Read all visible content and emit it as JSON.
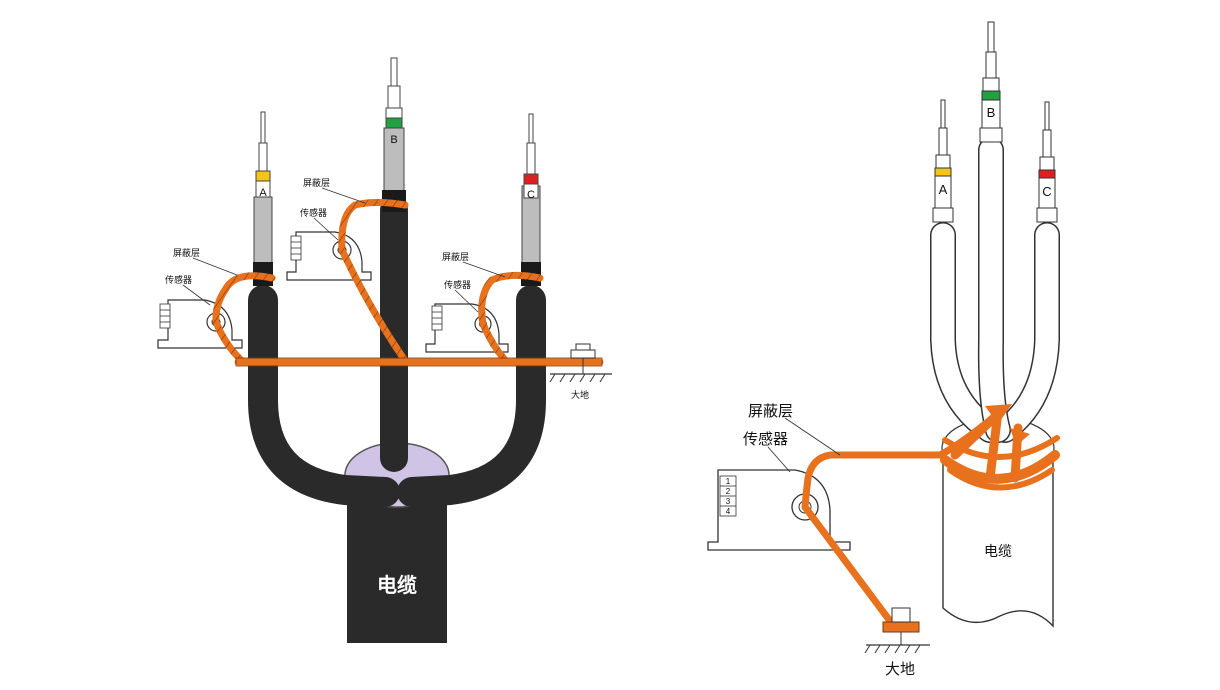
{
  "left": {
    "phases": [
      "A",
      "B",
      "C"
    ],
    "shield": "屏蔽层",
    "sensor": "传感器",
    "ground": "大地",
    "cable": "电缆"
  },
  "right": {
    "phases": [
      "A",
      "B",
      "C"
    ],
    "shield": "屏蔽层",
    "sensor": "传感器",
    "ground": "大地",
    "cable": "电缆",
    "terminals": [
      "1",
      "2",
      "3",
      "4"
    ]
  },
  "colors": {
    "phase_a": "#f5c518",
    "phase_b": "#20a040",
    "phase_c": "#e02020",
    "shield_copper": "#e8711e",
    "cable_black": "#2a2a2a",
    "glove": "#cfc3e6"
  }
}
